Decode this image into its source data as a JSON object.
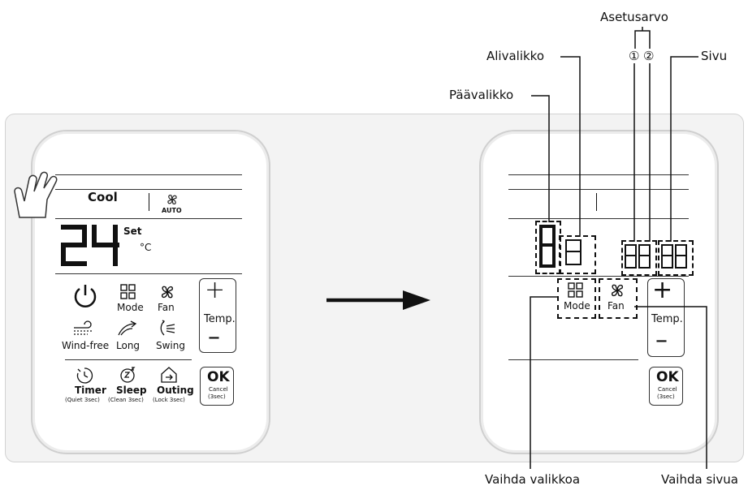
{
  "left_remote": {
    "mode_value": "Cool",
    "fan_value": "AUTO",
    "temperature": "24",
    "set_label": "Set",
    "unit": "°C",
    "buttons": {
      "mode": "Mode",
      "fan": "Fan",
      "temp": "Temp.",
      "wind_free": "Wind-free",
      "long": "Long",
      "swing": "Swing",
      "timer": "Timer",
      "timer_sub": "(Quiet 3sec)",
      "sleep": "Sleep",
      "sleep_sub": "(Clean 3sec)",
      "outing": "Outing",
      "outing_sub": "(Lock 3sec)",
      "ok": "OK",
      "ok_sub1": "Cancel",
      "ok_sub2": "(3sec)"
    }
  },
  "right_remote": {
    "buttons": {
      "mode": "Mode",
      "fan": "Fan",
      "temp": "Temp.",
      "ok": "OK",
      "ok_sub1": "Cancel",
      "ok_sub2": "(3sec)"
    }
  },
  "callouts": {
    "asetusarvo": "Asetusarvo",
    "alivalikko": "Alivalikko",
    "paavalikko": "Päävalikko",
    "sivu": "Sivu",
    "num1": "①",
    "num2": "②",
    "vaihda_valikkoa": "Vaihda valikkoa",
    "vaihda_sivua": "Vaihda sivua"
  },
  "colors": {
    "panel": "#f3f3f3",
    "line": "#111111",
    "outline": "#333333"
  }
}
